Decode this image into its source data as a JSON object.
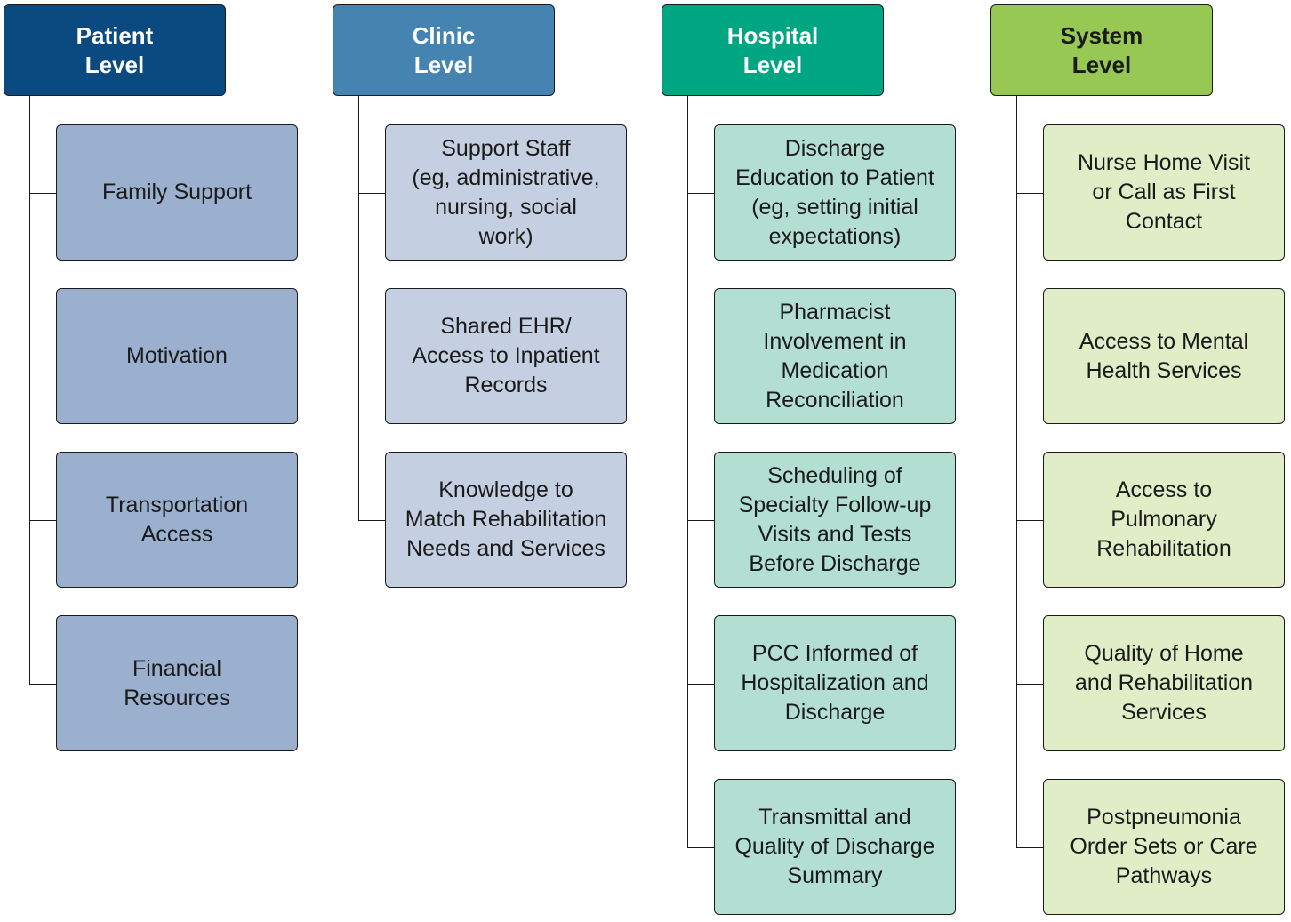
{
  "columns": [
    {
      "header": "Patient\nLevel",
      "header_bg": "#0b4a80",
      "header_color": "#ffffff",
      "box_bg": "#9bb0cf",
      "items": [
        "Family Support",
        "Motivation",
        "Transportation\nAccess",
        "Financial\nResources"
      ]
    },
    {
      "header": "Clinic\nLevel",
      "header_bg": "#4583b0",
      "header_color": "#ffffff",
      "box_bg": "#c4d0e1",
      "items": [
        "Support Staff\n(eg, administrative,\nnursing, social\nwork)",
        "Shared EHR/\nAccess to Inpatient\nRecords",
        "Knowledge to\nMatch Rehabilitation\nNeeds and Services"
      ]
    },
    {
      "header": "Hospital\nLevel",
      "header_bg": "#00a682",
      "header_color": "#ffffff",
      "box_bg": "#b2dfd1",
      "items": [
        "Discharge\nEducation to Patient\n(eg, setting initial\nexpectations)",
        "Pharmacist\nInvolvement in\nMedication\nReconciliation",
        "Scheduling of\nSpecialty Follow-up\nVisits and Tests\nBefore Discharge",
        "PCC Informed of\nHospitalization and\nDischarge",
        "Transmittal and\nQuality of Discharge\nSummary"
      ]
    },
    {
      "header": "System\nLevel",
      "header_bg": "#97c854",
      "header_color": "#1a1a1a",
      "box_bg": "#e0edc6",
      "items": [
        "Nurse Home Visit\nor Call as First\nContact",
        "Access to Mental\nHealth Services",
        "Access to\nPulmonary\nRehabilitation",
        "Quality of Home\nand Rehabilitation\nServices",
        "Postpneumonia\nOrder Sets or Care\nPathways"
      ]
    }
  ]
}
